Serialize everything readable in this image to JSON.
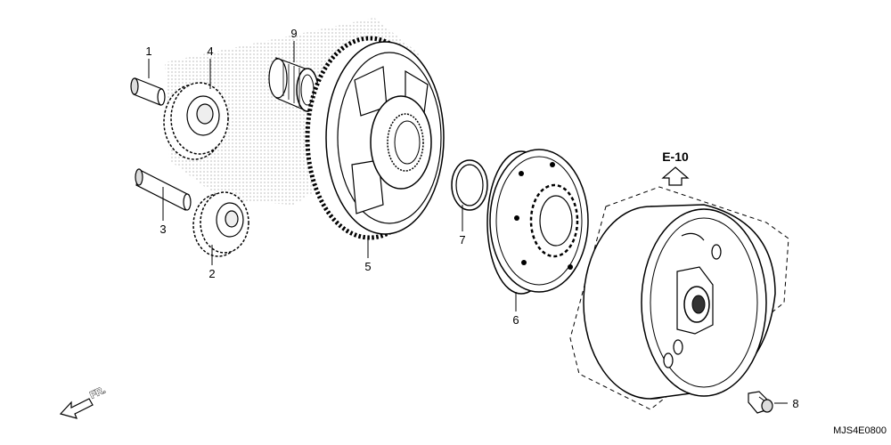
{
  "callouts": [
    {
      "id": "1",
      "label": "1"
    },
    {
      "id": "2",
      "label": "2"
    },
    {
      "id": "3",
      "label": "3"
    },
    {
      "id": "4",
      "label": "4"
    },
    {
      "id": "5",
      "label": "5"
    },
    {
      "id": "6",
      "label": "6"
    },
    {
      "id": "7",
      "label": "7"
    },
    {
      "id": "8",
      "label": "8"
    },
    {
      "id": "9",
      "label": "9"
    }
  ],
  "reference": {
    "label": "E-10"
  },
  "front_indicator": {
    "label": "FR."
  },
  "diagram_code": "MJS4E0800"
}
